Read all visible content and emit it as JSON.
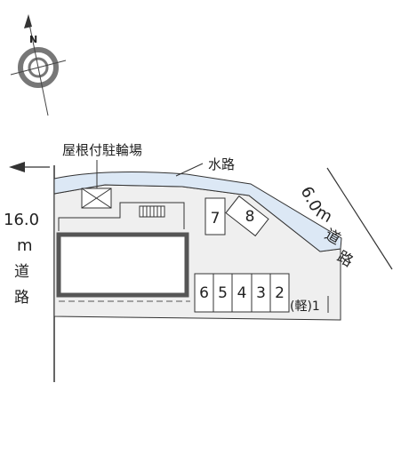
{
  "compass": {
    "north_label": "N",
    "icon": "compass-rose-icon"
  },
  "labels": {
    "bicycle_parking": "屋根付駐輪場",
    "waterway": "水路",
    "road_left_width": "16.0",
    "road_left_unit": "m",
    "road_left_char1": "道",
    "road_left_char2": "路",
    "road_right_width": "6.0",
    "road_right_unit": "m",
    "road_right_char1": "道",
    "road_right_char2": "路"
  },
  "parking_spaces": [
    {
      "number": "6"
    },
    {
      "number": "5"
    },
    {
      "number": "4"
    },
    {
      "number": "3"
    },
    {
      "number": "2"
    },
    {
      "number": "(軽)1"
    },
    {
      "number": "7"
    },
    {
      "number": "8"
    }
  ],
  "colors": {
    "lot_fill": "#efefef",
    "waterway_fill": "#dce8f5",
    "outline": "#333333",
    "building_outline": "#555555"
  }
}
